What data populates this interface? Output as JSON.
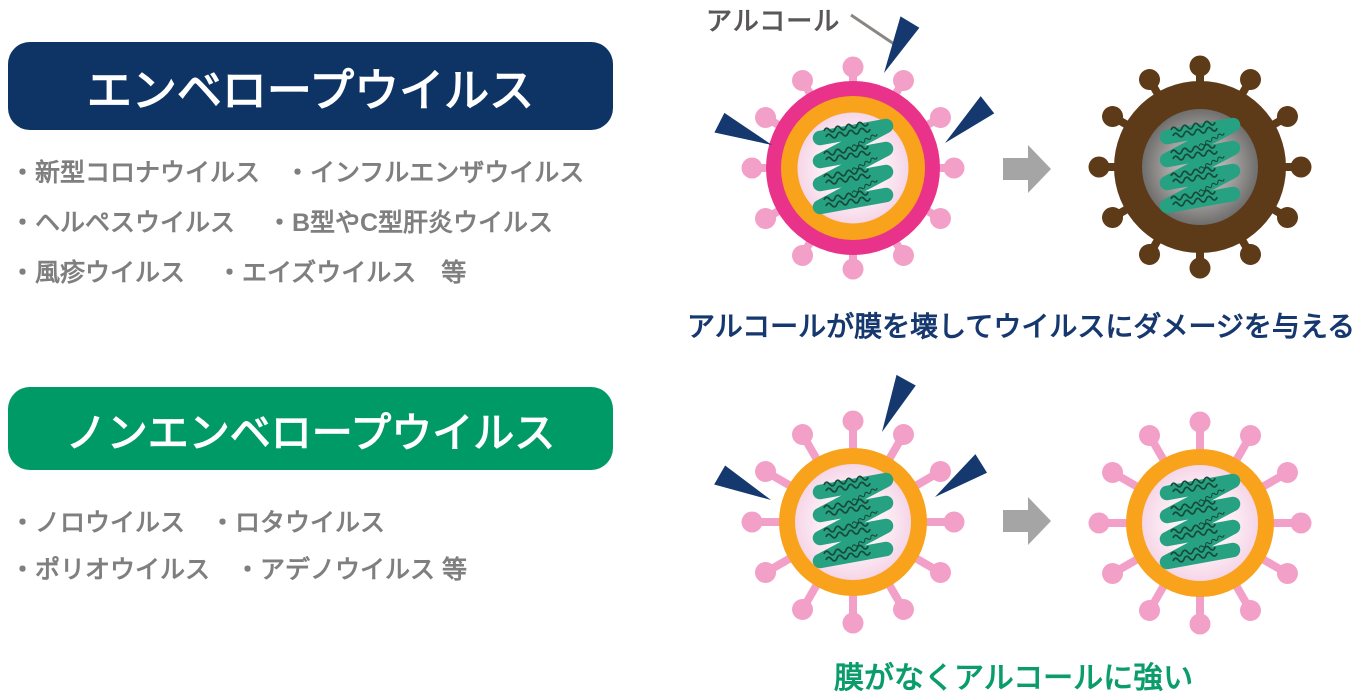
{
  "alcohol_label": "アルコール",
  "envelope": {
    "title": "エンベロープウイルス",
    "list_lines": [
      "・新型コロナウイルス　・インフルエンザウイルス",
      "・ヘルペスウイルス　 ・B型やC型肝炎ウイルス",
      "・風疹ウイルス　 ・エイズウイルス　等"
    ],
    "caption": "アルコールが膜を壊してウイルスにダメージを与える"
  },
  "non_envelope": {
    "title": "ノンエンベロープウイルス",
    "list_lines": [
      "・ノロウイルス　・ロタウイルス",
      "・ポリオウイルス　・アデノウイルス 等"
    ],
    "caption": "膜がなくアルコールに強い"
  },
  "colors": {
    "envelope_header_bg": "#0d3464",
    "non_envelope_header_bg": "#009a66",
    "header_text": "#ffffff",
    "list_text": "#7f7f7f",
    "caption_envelope": "#16386e",
    "caption_non_envelope": "#0a9c6a",
    "alcohol_label_text": "#595757",
    "alcohol_pointer_line": "#8a8684",
    "alcohol_wedge": "#15396e",
    "virus_spike_pink": "#f3a0c9",
    "virus_membrane_magenta": "#e9338a",
    "virus_capsid_orange": "#f9a21c",
    "virus_damaged_brown": "#5e3b18",
    "rna_green": "#26a181",
    "rna_squiggle": "#174a3a",
    "arrow_gray": "#a5a5a5"
  }
}
